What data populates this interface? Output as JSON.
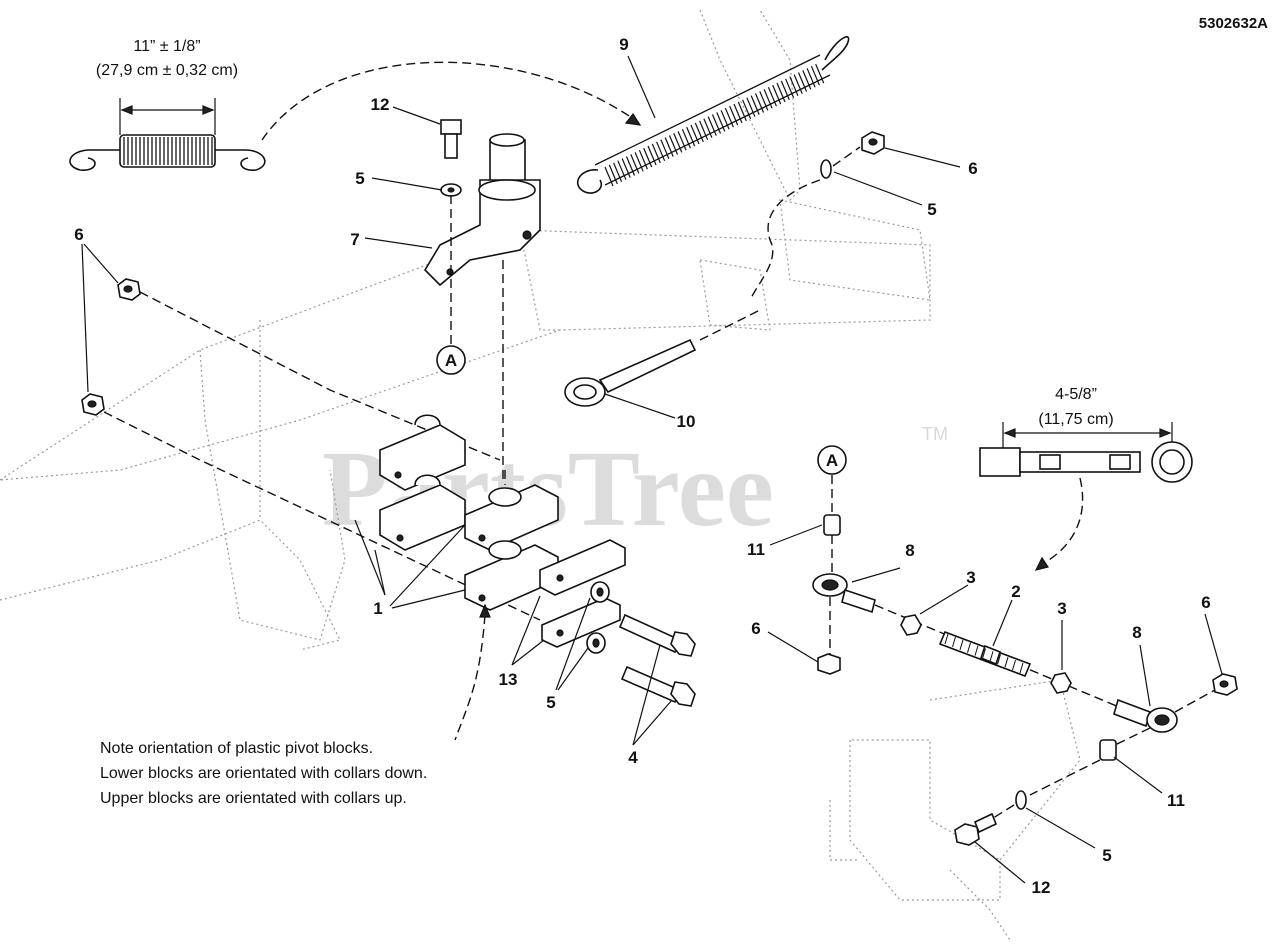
{
  "drawing_code": "5302632A",
  "watermark": {
    "text": "PartsTree",
    "mark": "TM"
  },
  "dimensions": {
    "spring_length_in": "11” ± 1/8”",
    "spring_length_cm": "(27,9 cm ± 0,32 cm)",
    "rod_length_in": "4-5/8”",
    "rod_length_cm": "(11,75 cm)"
  },
  "reference_marker": "A",
  "callouts": {
    "c1": "1",
    "c2": "2",
    "c3": "3",
    "c4": "4",
    "c5": "5",
    "c6": "6",
    "c7": "7",
    "c8": "8",
    "c9": "9",
    "c10": "10",
    "c11": "11",
    "c12": "12",
    "c13": "13"
  },
  "note_lines": [
    "Note orientation of plastic pivot blocks.",
    "Lower blocks are orientated with collars down.",
    "Upper blocks are orientated with collars up."
  ]
}
